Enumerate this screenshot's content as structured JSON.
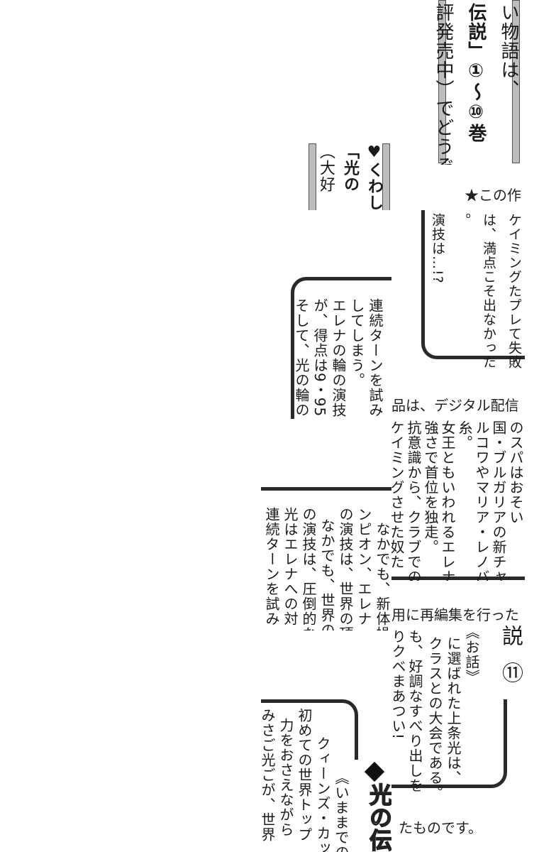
{
  "tiles": {
    "t1": {
      "columns": [
        "い物語は、",
        "伝説」①〜⑩巻",
        "評発売中）でどうぞ!!"
      ]
    },
    "t2": {
      "columns": [
        "♥くわし",
        "「光の",
        "（大好"
      ]
    },
    "t3": {
      "columns": [
        "ケイミングたプレて失敗",
        "は、満点こそ出なかった",
        "。",
        "演技は…!?"
      ]
    },
    "t4": {
      "columns": [
        "連続ターンを試み",
        "してしまう。",
        "エレナの輪の演技",
        "が、得点は9・95",
        "そして、光の輪の"
      ]
    },
    "t5": {
      "columns": [
        "のスパはおそい",
        "国・ブルガリアの新チャ",
        "ルコワやマリア・レノバ",
        "糸。",
        "女王ともいわれるエレナ",
        "強さで首位を独走。",
        "抗意識から、クラブでの",
        "ケイミングさせた奴た"
      ]
    },
    "t6": {
      "columns": [
        "なかでも、新体操王",
        "ンピオン、エレナ・ベ",
        "の演技は、世界の頂",
        "なかでも、世界の",
        "の演技は、圧倒的な",
        "光はエレナへの対",
        "連続ターンを試み"
      ]
    },
    "t7": {
      "columns": [
        "説",
        "⑪",
        "《お話》",
        "に選ばれた上条光は、",
        "クラスとの大会である。",
        "も、好調なすべり出しを",
        "りクベまあつい!"
      ]
    },
    "t8": {
      "columns": [
        "《いままでの",
        "クィーンズ・カップ",
        "初めての世界トップ",
        "力をおさえながら",
        "みさご光ごが、世界"
      ],
      "title": "光の伝"
    }
  },
  "notes": {
    "star": "★この作",
    "line1": "品は、デジタル配信",
    "line2": "用に再編集を行った",
    "line3": "たものです。"
  }
}
